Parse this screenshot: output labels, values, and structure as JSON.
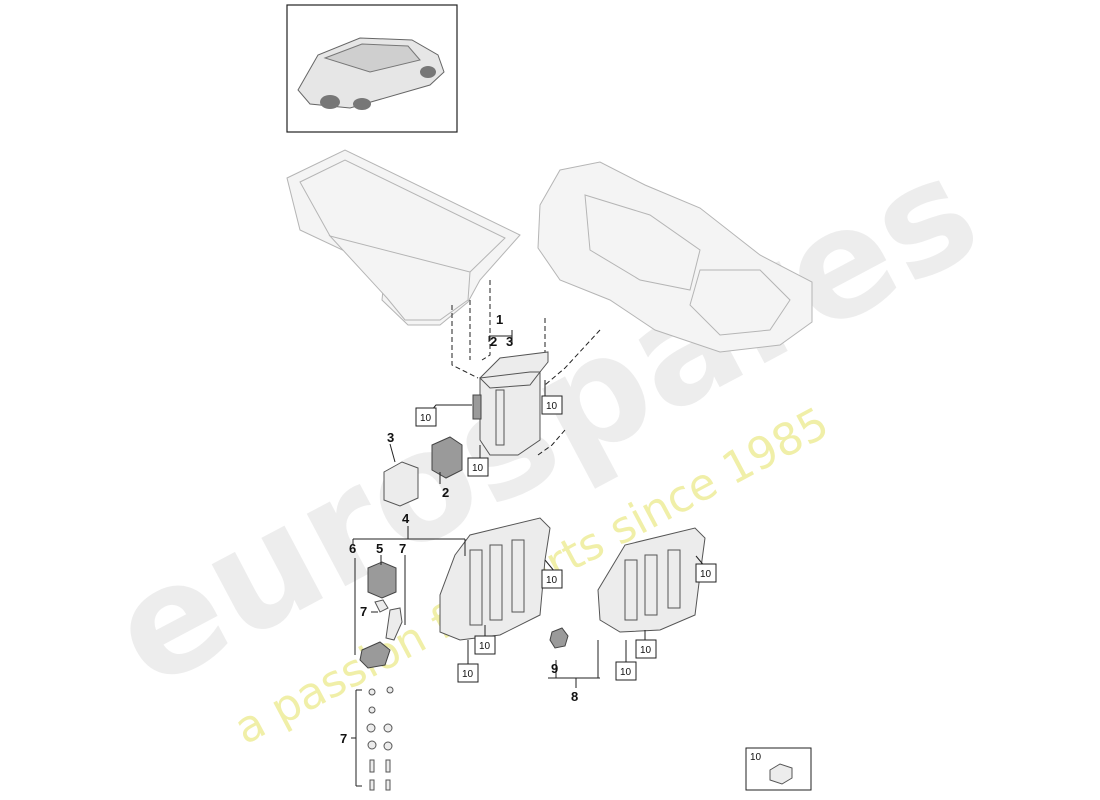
{
  "watermark": {
    "brand": "eurospares",
    "tagline": "a passion for parts since 1985"
  },
  "callouts": {
    "c1": "1",
    "c2": "2",
    "c3": "3",
    "c2b": "2",
    "c3b": "3",
    "c4": "4",
    "c5": "5",
    "c6": "6",
    "c7a": "7",
    "c7b": "7",
    "c7c": "7",
    "c8": "8",
    "c9": "9"
  },
  "boxed_refs": {
    "b1": "10",
    "b2": "10",
    "b3": "10",
    "b4": "10",
    "b5": "10",
    "b6": "10",
    "b7": "10",
    "b8": "10",
    "b9": "10"
  },
  "legend": {
    "number": "10"
  }
}
